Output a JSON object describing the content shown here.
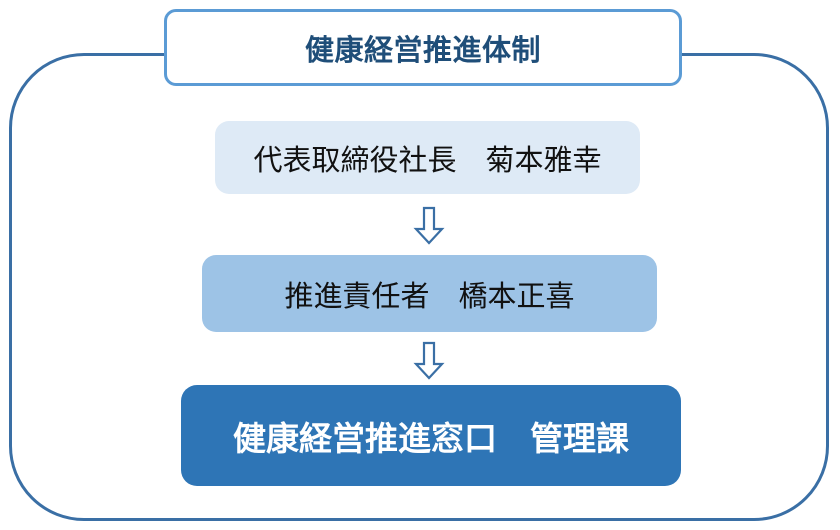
{
  "title": "健康経営推進体制",
  "levels": [
    {
      "role": "代表取締役社長",
      "name": "菊本雅幸",
      "label": "代表取締役社長　菊本雅幸"
    },
    {
      "role": "推進責任者",
      "name": "橋本正喜",
      "label": "推進責任者　橋本正喜"
    },
    {
      "role": "健康経営推進窓口",
      "name": "管理課",
      "label": "健康経営推進窓口　管理課"
    }
  ],
  "colors": {
    "frame": "#3a6fa5",
    "title_border": "#5b9bd5",
    "title_text": "#1f4e79",
    "level1_bg": "#deeaf6",
    "level2_bg": "#9dc3e6",
    "level3_bg": "#2e75b6",
    "arrow": "#3a6fa5"
  },
  "icons": [
    "down-arrow-icon",
    "down-arrow-icon"
  ]
}
